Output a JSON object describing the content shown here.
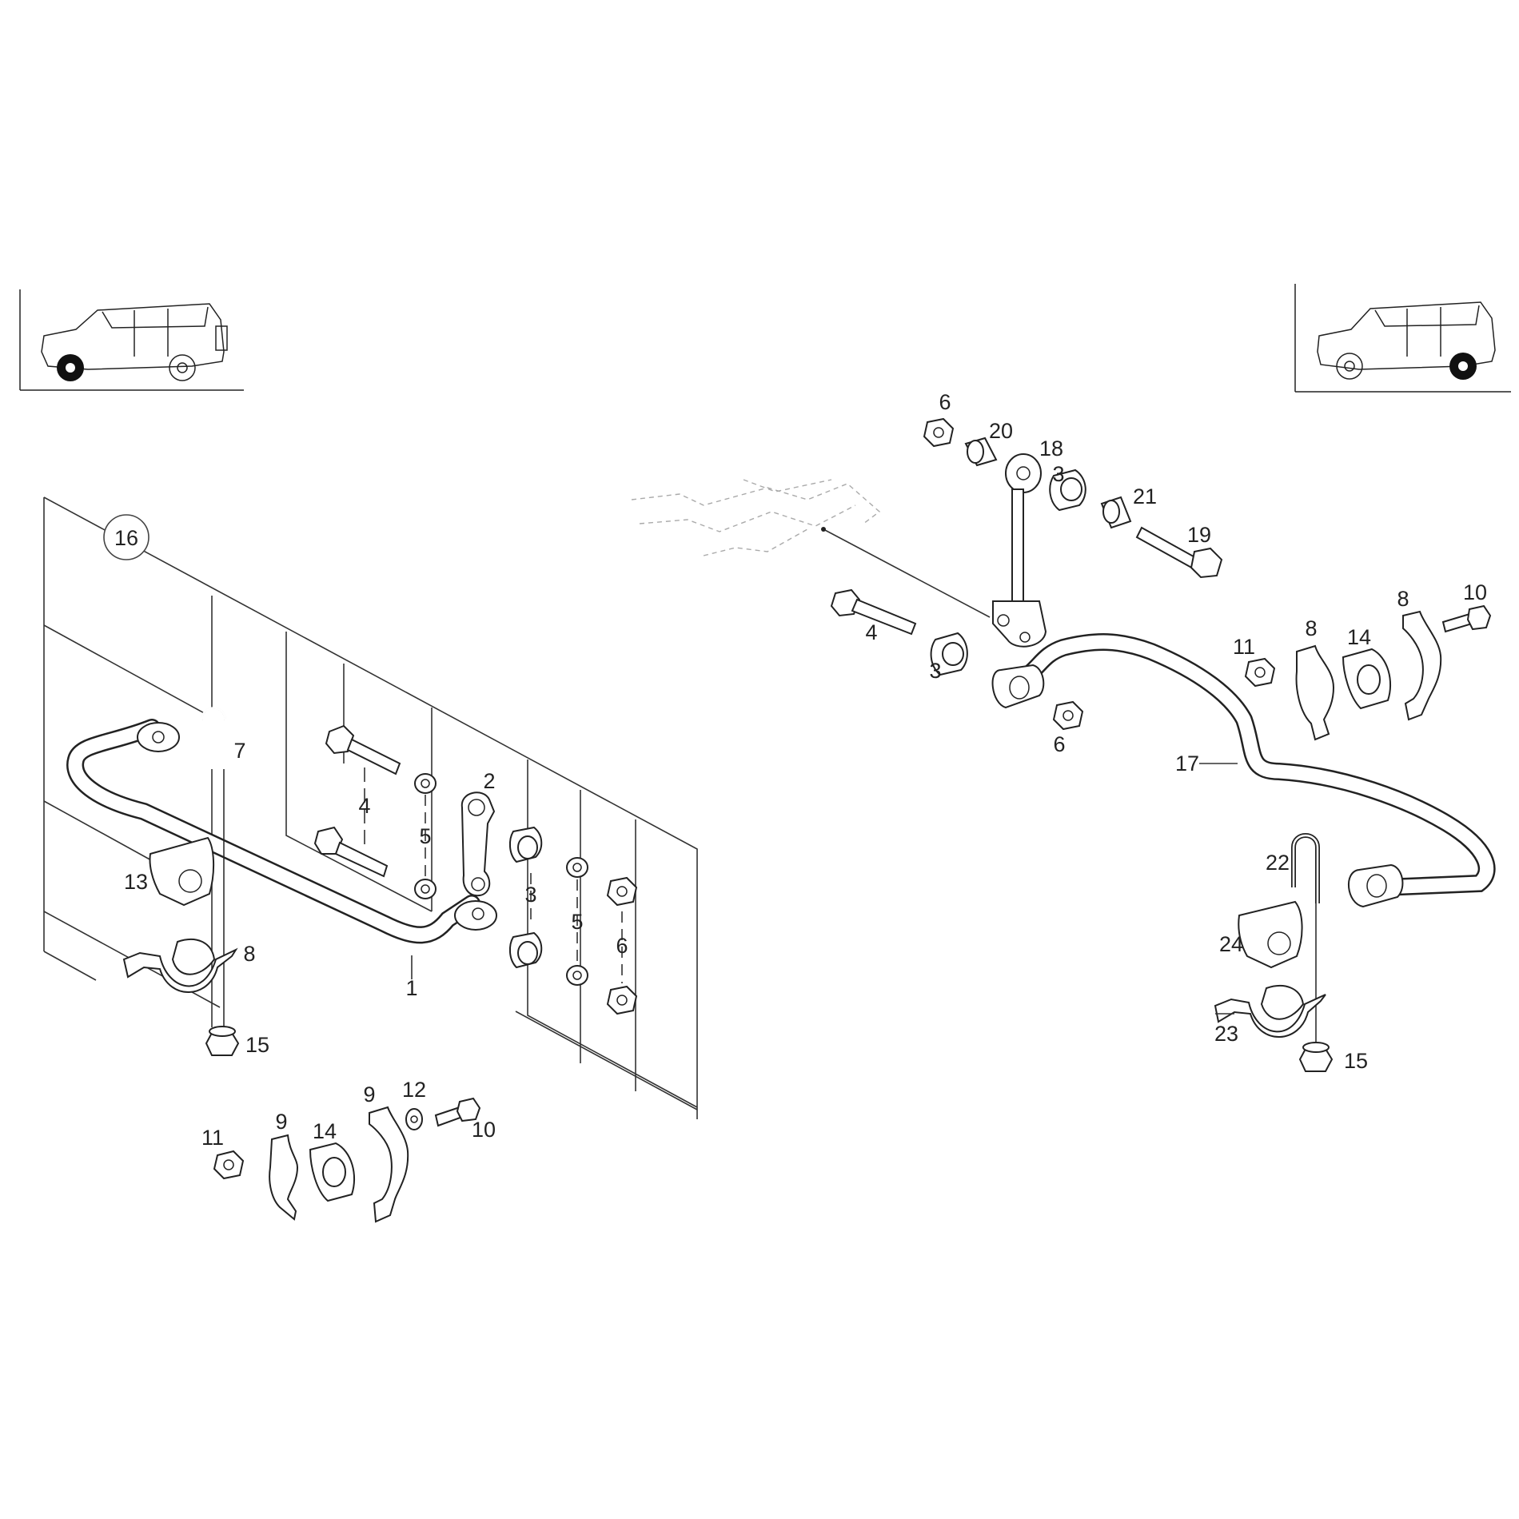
{
  "diagram": {
    "callouts": {
      "c1": "1",
      "c2": "2",
      "c3a": "3",
      "c3b": "3",
      "c3c": "3",
      "c4a": "4",
      "c4b": "4",
      "c5a": "5",
      "c5b": "5",
      "c6a": "6",
      "c6b": "6",
      "c6c": "6",
      "c7": "7",
      "c8a": "8",
      "c8b": "8",
      "c8c": "8",
      "c9a": "9",
      "c9b": "9",
      "c10a": "10",
      "c10b": "10",
      "c11a": "11",
      "c11b": "11",
      "c12": "12",
      "c13": "13",
      "c14a": "14",
      "c14b": "14",
      "c15a": "15",
      "c15b": "15",
      "c16": "16",
      "c17": "17",
      "c18": "18",
      "c19": "19",
      "c20": "20",
      "c21": "21",
      "c22": "22",
      "c23": "23",
      "c24": "24"
    },
    "icons": {
      "vehicle_left": "suv-front-wheel-highlighted-icon",
      "vehicle_right": "suv-rear-wheel-highlighted-icon"
    }
  }
}
